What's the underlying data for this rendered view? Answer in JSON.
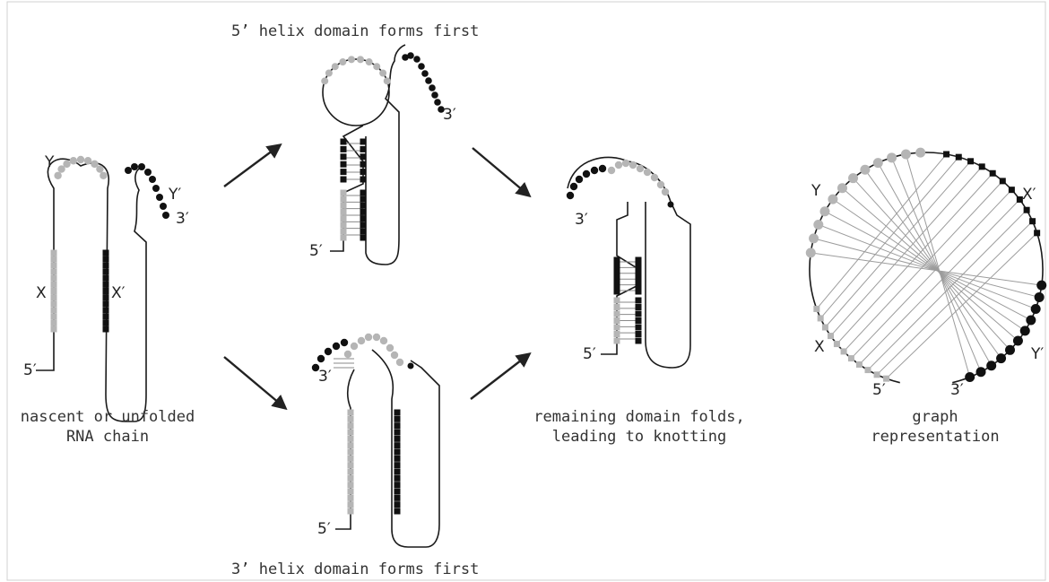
{
  "captions": {
    "top": "5’ helix domain forms first",
    "bottom": "3’ helix domain forms first",
    "left_line1": "nascent or unfolded",
    "left_line2": "RNA chain",
    "middle_line1": "remaining domain folds,",
    "middle_line2": "leading to knotting",
    "right_line1": "graph",
    "right_line2": "representation"
  },
  "labels": {
    "five_prime": "5′",
    "three_prime": "3′",
    "X": "X",
    "X_prime": "X′",
    "Y": "Y",
    "Y_prime": "Y′"
  },
  "colors": {
    "helix_X": "#b5b5b5",
    "helix_X_prime": "#111111",
    "helix_Y": "#b5b5b5",
    "helix_Y_prime": "#111111"
  }
}
